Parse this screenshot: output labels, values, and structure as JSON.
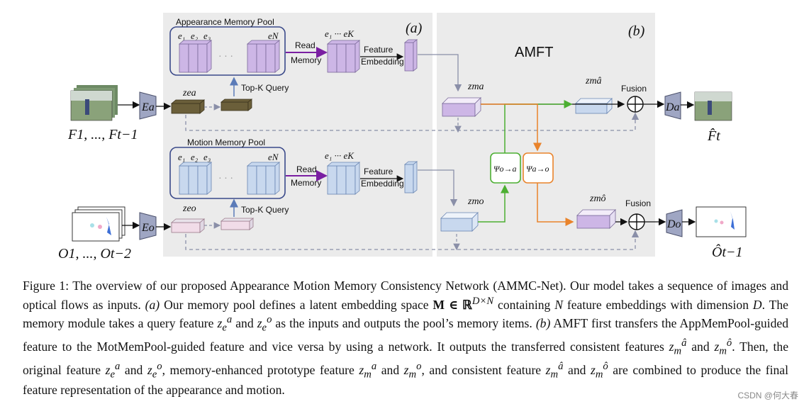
{
  "figure": {
    "pool_appearance_title": "Appearance Memory Pool",
    "pool_motion_title": "Motion Memory Pool",
    "panel_a_label": "(a)",
    "panel_b_label": "(b)",
    "amft_label": "AMFT",
    "read_memory_line1": "Read",
    "read_memory_line2": "Memory",
    "feature_embedding_line1": "Feature",
    "feature_embedding_line2": "Embedding",
    "topk_label": "Top-K Query",
    "fusion_label": "Fusion",
    "e1_label": "e₁",
    "e2_label": "e₂",
    "e3_label": "e₃",
    "eN_label": "eN",
    "e1K_label": "e₁ ··· eK",
    "dots": "· · ·",
    "encoder_a": "Ea",
    "encoder_o": "Eo",
    "decoder_a": "Da",
    "decoder_o": "Do",
    "query_a": "zea",
    "query_o": "zeo",
    "proto_a": "zma",
    "proto_o": "zmo",
    "consistent_a": "zmâ",
    "consistent_o": "zmô",
    "psi_oa": "Ψo→a",
    "psi_ao": "Ψa→o",
    "input_frames_label": "F1, ..., Ft−1",
    "input_flows_label": "O1, ..., Ot−2",
    "output_frame_label": "F̂t",
    "output_flow_label": "Ôt−1"
  },
  "colors": {
    "appearance_block": "#cdb6e6",
    "motion_block": "#c8d8ee",
    "query_a_block": "#6b5f3a",
    "query_o_block": "#f1dce8",
    "panel_bg": "#ebebeb",
    "pool_border": "#3b4a8a",
    "read_arrow": "#7a1fa2",
    "green_arrow": "#4caf32",
    "orange_arrow": "#e9832b"
  },
  "caption": {
    "s1": "Figure 1: The overview of our proposed Appearance Motion Memory Consistency Network (AMMC-Net). Our model takes a sequence of images and optical flows as inputs. ",
    "s2": "(a)",
    "s3": " Our memory pool defines a latent embedding space ",
    "s4": "M ∈ ℝ",
    "s5": "D×N",
    "s6": " containing ",
    "s7": "N",
    "s8": " feature embeddings with dimension ",
    "s9": "D",
    "s10": ". The memory module takes a query feature ",
    "s11": "z",
    "s12": "e",
    "s13": "a",
    "s14": " and ",
    "s15": "z",
    "s16": "e",
    "s17": "o",
    "s18": " as the inputs and outputs the pool’s memory items. ",
    "s19": "(b)",
    "s20": " AMFT first transfers the AppMemPool-guided feature to the MotMemPool-guided feature and vice versa by using a network. It outputs the transferred consistent features ",
    "s21": "z",
    "s22": "m",
    "s23": "â",
    "s24": " and ",
    "s25": "z",
    "s26": "m",
    "s27": "ô",
    "s28": ". Then, the original feature ",
    "s29": "z",
    "s30": "e",
    "s31": "a",
    "s32": " and ",
    "s33": "z",
    "s34": "e",
    "s35": "o",
    "s36": ", memory-enhanced prototype feature ",
    "s37": "z",
    "s38": "m",
    "s39": "a",
    "s40": " and ",
    "s41": "z",
    "s42": "m",
    "s43": "o",
    "s44": ", and consistent feature ",
    "s45": "z",
    "s46": "m",
    "s47": "â",
    "s48": " and ",
    "s49": "z",
    "s50": "m",
    "s51": "ô",
    "s52": " are combined to produce the final feature representation of the appearance and motion."
  },
  "watermark": "CSDN @何大春"
}
